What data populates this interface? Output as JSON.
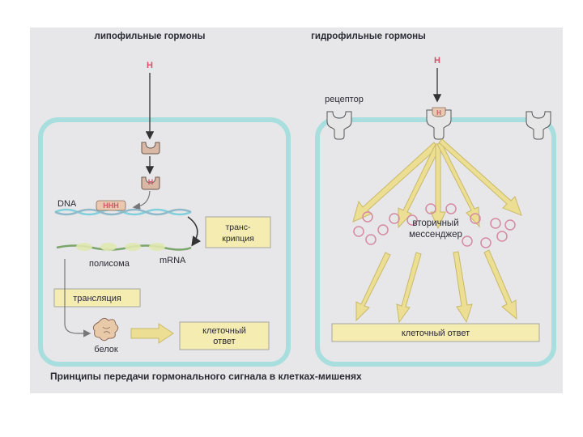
{
  "headings": {
    "lipophilic": "липофильные гормоны",
    "hydrophilic": "гидрофильные гормоны"
  },
  "left_panel": {
    "hormone": "H",
    "receptor_hormone": "H",
    "dna_label": "DNA",
    "dna_bound_hormones": "HHH",
    "transcription_label": [
      "транс-",
      "крипция"
    ],
    "polysome_label": "полисома",
    "mrna_label": "mRNA",
    "translation_label": "трансляция",
    "protein_label": "белок",
    "cell_response_label": [
      "клеточный",
      "ответ"
    ]
  },
  "right_panel": {
    "hormone": "H",
    "bound_hormone": "H",
    "receptor_label": "рецептор",
    "second_messenger_label": [
      "вторичный",
      "мессенджер"
    ],
    "cell_response_label": "клеточный ответ"
  },
  "caption": "Принципы передачи гормонального сигнала в клетках-мишенях",
  "colors": {
    "background": "#e7e7e9",
    "cell_membrane": "#a9dede",
    "label_box": "#f4ecb0",
    "hormone": "#d0566a",
    "arrow_fill": "#ecdf94",
    "dna": "#7fd0dc"
  }
}
